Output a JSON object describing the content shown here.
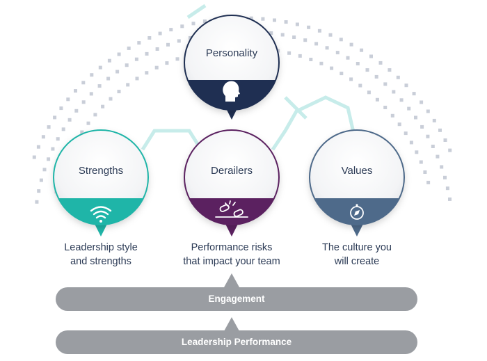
{
  "circles": {
    "personality": {
      "title": "Personality",
      "color": "#1f2f52",
      "icon": "head-profile-icon"
    },
    "strengths": {
      "title": "Strengths",
      "color": "#1fb5a8",
      "icon": "wifi-signal-icon"
    },
    "derailers": {
      "title": "Derailers",
      "color": "#5b2160",
      "icon": "broken-chain-icon"
    },
    "values": {
      "title": "Values",
      "color": "#4e6a8a",
      "icon": "compass-icon"
    }
  },
  "captions": {
    "strengths": [
      "Leadership style",
      "and strengths"
    ],
    "derailers": [
      "Performance risks",
      "that impact your team"
    ],
    "values": [
      "The culture you",
      "will create"
    ]
  },
  "bars": {
    "engagement": "Engagement",
    "leadership_performance": "Leadership Performance"
  },
  "colors": {
    "dots": "#c9ced8",
    "hexagon": "#c7ecea",
    "bar": "#9a9da2",
    "text": "#2b3a55"
  }
}
